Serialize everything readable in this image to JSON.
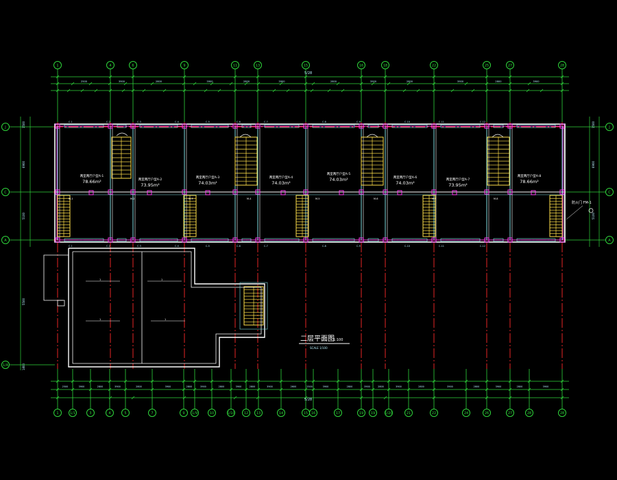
{
  "drawing": {
    "title": "二层平面图",
    "scale": "1:100",
    "subtitle": "SCALE 1/100",
    "colors": {
      "background": "#000000",
      "axis": "#2fd63b",
      "axis_circle": "#2fd63b",
      "wall": "#ffffff",
      "partition": "#7fdce0",
      "column": "#ff3df5",
      "centerline": "#ff2a2a",
      "dimension": "#b8f2ff",
      "stair": "#ffe04a",
      "text": "#ffffff",
      "yellow_text": "#ffe04a"
    }
  },
  "top_axes": [
    "1",
    "4",
    "6",
    "9",
    "11",
    "13",
    "15",
    "16",
    "18",
    "22",
    "25",
    "27",
    "28"
  ],
  "bottom_axes": [
    "1",
    "1/1",
    "3",
    "4",
    "5",
    "7",
    "9",
    "1/9",
    "10",
    "1/10",
    "12",
    "13",
    "14",
    "15",
    "16",
    "17",
    "19",
    "19",
    "1/20",
    "21",
    "22",
    "24",
    "26",
    "27",
    "28",
    "28"
  ],
  "side_axes_left": [
    "J",
    "C",
    "A",
    "1/A"
  ],
  "side_axes_right": [
    "J",
    "C",
    "A"
  ],
  "overall_dimension_top": "5/28",
  "overall_dimension_bottom": "5/28",
  "dimension_text_top": [
    "2500",
    "3900",
    "2800",
    "3900",
    "2800",
    "3900",
    "2800",
    "3900",
    "2800",
    "3900",
    "2800",
    "3900",
    "2600"
  ],
  "rooms": [
    {
      "name": "两室两厅户型A-1",
      "area": "78.66m²"
    },
    {
      "name": "两室两厅户型A-2",
      "area": "73.95m²"
    },
    {
      "name": "两室两厅户型A-3",
      "area": "74.03m²"
    },
    {
      "name": "两室两厅户型A-4",
      "area": "74.03m²"
    },
    {
      "name": "两室两厅户型A-5",
      "area": "74.03m²"
    },
    {
      "name": "两室两厅户型A-6",
      "area": "74.03m²"
    },
    {
      "name": "两室两厅户型A-7",
      "area": "73.95m²"
    },
    {
      "name": "两室两厅户型A-8",
      "area": "78.66m²"
    }
  ],
  "door_tags": [
    "M-1",
    "M-2",
    "M-3",
    "M-4",
    "M-5",
    "M-6",
    "M-7",
    "M-8"
  ],
  "window_tags": [
    "C-1",
    "C-2",
    "C-3",
    "C-4",
    "C-5",
    "C-6",
    "C-7",
    "C-8",
    "C-9",
    "C-10",
    "C-11",
    "C-12"
  ],
  "side_dims_left": [
    "1500",
    "6900",
    "5100",
    "5500",
    "1800"
  ],
  "side_dims_right": [
    "1500",
    "6900",
    "5100"
  ],
  "lower_block_labels": [
    "1",
    "1",
    "1",
    "1"
  ],
  "note_label": "防火门 FM-1"
}
